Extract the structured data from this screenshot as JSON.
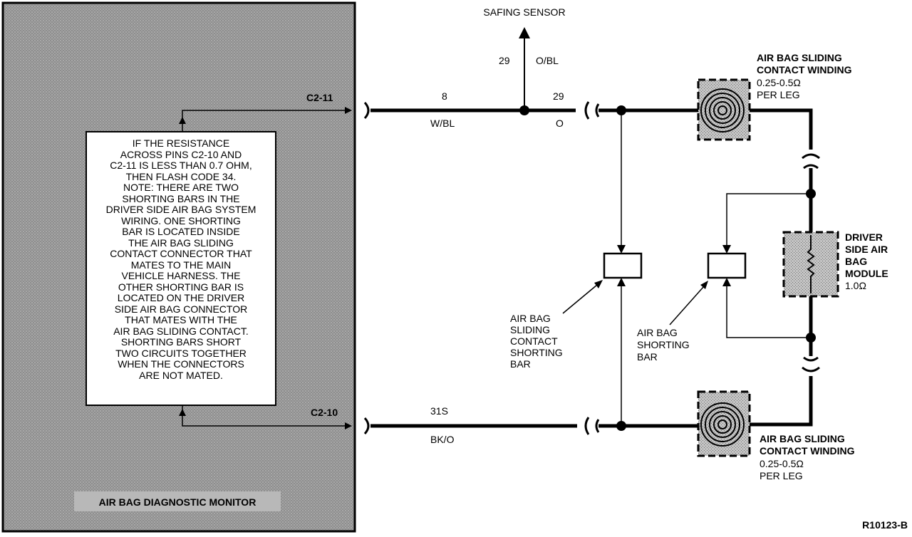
{
  "monitor": {
    "title": "AIR BAG DIAGNOSTIC MONITOR",
    "pin_top": "C2-11",
    "pin_bottom": "C2-10",
    "note_lines": [
      "IF THE RESISTANCE",
      "ACROSS PINS C2-10 AND",
      "C2-11 IS LESS THAN 0.7 OHM,",
      "THEN FLASH CODE 34.",
      "NOTE: THERE ARE TWO",
      "SHORTING BARS IN THE",
      "DRIVER SIDE AIR BAG SYSTEM",
      "WIRING. ONE SHORTING",
      "BAR IS LOCATED INSIDE",
      "THE AIR BAG SLIDING",
      "CONTACT CONNECTOR THAT",
      "MATES TO THE MAIN",
      "VEHICLE HARNESS. THE",
      "OTHER SHORTING BAR IS",
      "LOCATED ON THE DRIVER",
      "SIDE AIR BAG CONNECTOR",
      "THAT MATES WITH THE",
      "AIR BAG SLIDING CONTACT.",
      "SHORTING BARS SHORT",
      "TWO CIRCUITS TOGETHER",
      "WHEN THE CONNECTORS",
      "ARE NOT MATED."
    ]
  },
  "wires": {
    "top_circuit": "8",
    "top_color": "W/BL",
    "safing_circuit": "29",
    "safing_color": "O/BL",
    "top_right_circuit": "29",
    "top_right_color": "O",
    "bottom_circuit": "31S",
    "bottom_color": "BK/O"
  },
  "safing_sensor": "SAFING SENSOR",
  "winding_top": {
    "line1": "AIR BAG SLIDING",
    "line2": "CONTACT WINDING",
    "line3": "0.25-0.5Ω",
    "line4": "PER LEG"
  },
  "winding_bottom": {
    "line1": "AIR BAG SLIDING",
    "line2": "CONTACT WINDING",
    "line3": "0.25-0.5Ω",
    "line4": "PER LEG"
  },
  "module": {
    "line1": "DRIVER",
    "line2": "SIDE AIR",
    "line3": "BAG",
    "line4": "MODULE",
    "line5": "1.0Ω"
  },
  "shorting_bar_1": {
    "line1": "AIR BAG",
    "line2": "SLIDING",
    "line3": "CONTACT",
    "line4": "SHORTING",
    "line5": "BAR"
  },
  "shorting_bar_2": {
    "line1": "AIR BAG",
    "line2": "SHORTING",
    "line3": "BAR"
  },
  "figure_id": "R10123-B",
  "colors": {
    "ink": "#000000",
    "monitor_fill": "#9a9a9a",
    "component_fill": "#b5b5b5"
  }
}
